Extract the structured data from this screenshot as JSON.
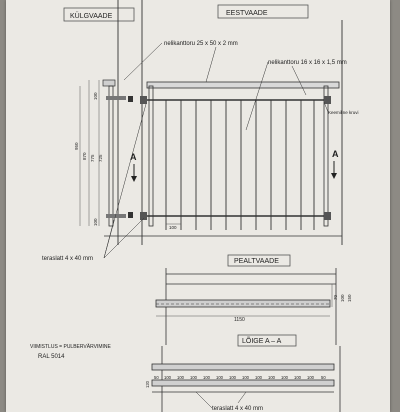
{
  "views": {
    "side": "KÜLGVAADE",
    "front": "EESTVAADE",
    "top": "PEALTVAADE",
    "section": "LÕIGE A – A"
  },
  "callouts": {
    "rail_tube": "nelikanttoru  25 x 50 x 2 mm",
    "baluster_tube": "nelikanttoru 16 x 16 x 1,5 mm",
    "anchor": "Keemiline kruvi",
    "flat_bar": "teraslatt  4 x 40 mm",
    "flat_bar_bottom": "teraslatt  4 x 40 mm"
  },
  "dims": {
    "side": [
      "100",
      "950",
      "870",
      "775",
      "725",
      "100"
    ],
    "baluster_gap": "100",
    "top_depth": [
      "70",
      "100",
      "150"
    ],
    "top_width": "1150",
    "section": [
      "50",
      "100",
      "100",
      "100",
      "100",
      "100",
      "100",
      "100",
      "100",
      "100",
      "100",
      "100",
      "100",
      "50"
    ],
    "section_h": "120"
  },
  "section_marks": {
    "left": "A",
    "right": "A"
  },
  "finish": {
    "title": "VIIMISTLUS = PULBERVÄRVIMINE",
    "color": "RAL 5014"
  }
}
